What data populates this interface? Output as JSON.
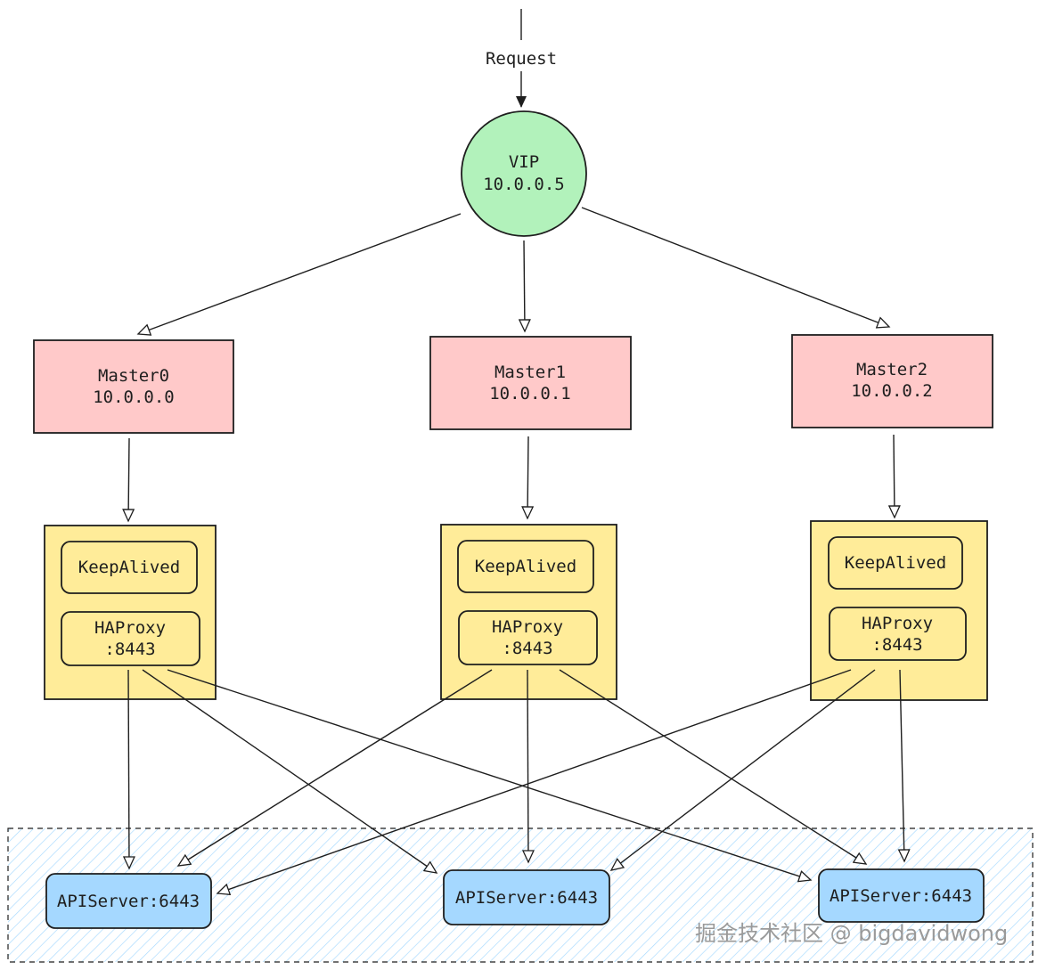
{
  "diagram": {
    "request_label": "Request",
    "vip": {
      "line1": "VIP",
      "line2": "10.0.0.5"
    },
    "masters": [
      {
        "line1": "Master0",
        "line2": "10.0.0.0"
      },
      {
        "line1": "Master1",
        "line2": "10.0.0.1"
      },
      {
        "line1": "Master2",
        "line2": "10.0.0.2"
      }
    ],
    "nodes": [
      {
        "keepalived": "KeepAlived",
        "haproxy_line1": "HAProxy",
        "haproxy_line2": ":8443"
      },
      {
        "keepalived": "KeepAlived",
        "haproxy_line1": "HAProxy",
        "haproxy_line2": ":8443"
      },
      {
        "keepalived": "KeepAlived",
        "haproxy_line1": "HAProxy",
        "haproxy_line2": ":8443"
      }
    ],
    "apiservers": [
      {
        "label": "APIServer:6443"
      },
      {
        "label": "APIServer:6443"
      },
      {
        "label": "APIServer:6443"
      }
    ]
  },
  "colors": {
    "vip_fill": "#b2f2bb",
    "master_fill": "#ffc9c9",
    "node_fill": "#ffec99",
    "apiserver_fill": "#a5d8ff",
    "cluster_hatch": "#a5d8ff",
    "stroke": "#1e1e1e"
  },
  "watermark": "掘金技术社区 @ bigdavidwong"
}
